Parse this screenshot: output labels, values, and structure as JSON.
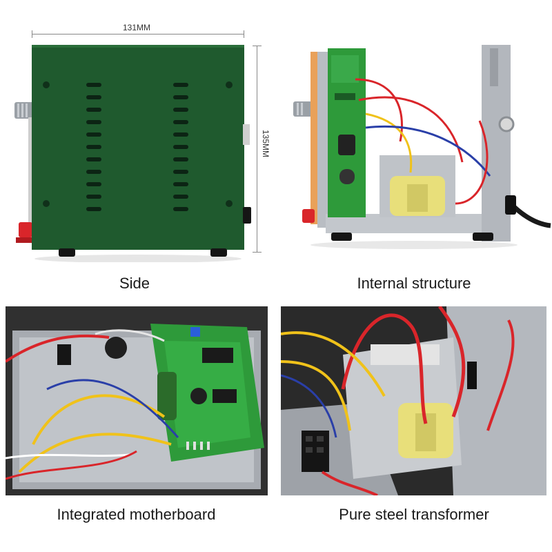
{
  "dimensions": {
    "width_label": "131MM",
    "height_label": "135MM"
  },
  "panels": [
    {
      "caption": "Side",
      "image": "green-metal-power-supply-side-view"
    },
    {
      "caption": "Internal structure",
      "image": "open-chassis-with-circuit-board-and-transformer"
    },
    {
      "caption": "Integrated motherboard",
      "image": "green-circuit-board-closeup-with-wires"
    },
    {
      "caption": "Pure steel transformer",
      "image": "yellow-wound-transformer-closeup"
    }
  ],
  "colors": {
    "case_green": "#1f5a2e",
    "board_green": "#2e9a3a",
    "wire_red": "#d9252a",
    "wire_yellow": "#f0c21a",
    "wire_blue": "#2a3fa8",
    "steel": "#b8bcc2",
    "coil_yellow": "#e8df7a"
  }
}
